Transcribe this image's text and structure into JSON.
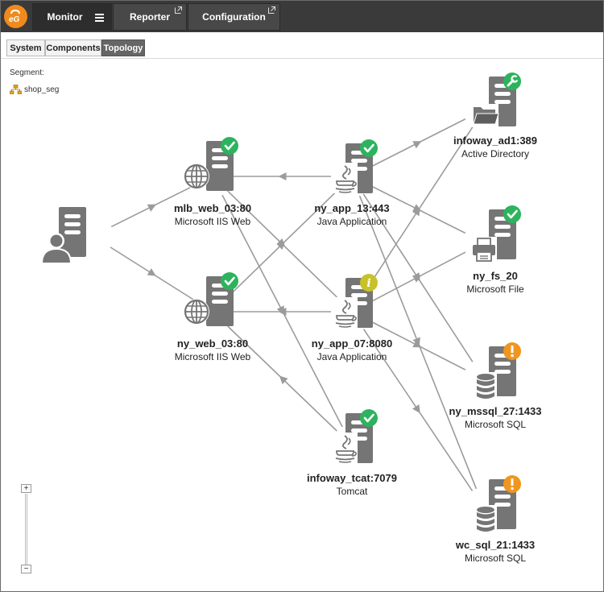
{
  "header": {
    "tabs": [
      {
        "label": "Monitor"
      },
      {
        "label": "Reporter"
      },
      {
        "label": "Configuration"
      }
    ]
  },
  "subtabs": [
    {
      "label": "System"
    },
    {
      "label": "Components"
    },
    {
      "label": "Topology"
    }
  ],
  "active_subtab": "Topology",
  "segment": {
    "label": "Segment:",
    "name": "shop_seg"
  },
  "colors": {
    "ok": "#2db35e",
    "info": "#c8c12a",
    "warning": "#f0961e",
    "server": "#757575",
    "edge": "#9b9b9b",
    "brand": "#f08a1c"
  },
  "nodes": [
    {
      "id": "user",
      "name": "",
      "type": "",
      "icon": "user-icon",
      "status": ""
    },
    {
      "id": "mlb_web",
      "name": "mlb_web_03:80",
      "type": "Microsoft IIS Web",
      "icon": "globe-icon",
      "status": "ok"
    },
    {
      "id": "ny_web",
      "name": "ny_web_03:80",
      "type": "Microsoft IIS Web",
      "icon": "globe-icon",
      "status": "ok"
    },
    {
      "id": "ny_app_13",
      "name": "ny_app_13:443",
      "type": "Java Application",
      "icon": "java-icon",
      "status": "ok"
    },
    {
      "id": "ny_app_07",
      "name": "ny_app_07:8080",
      "type": "Java Application",
      "icon": "java-icon",
      "status": "info"
    },
    {
      "id": "tcat",
      "name": "infoway_tcat:7079",
      "type": "Tomcat",
      "icon": "java-icon",
      "status": "ok"
    },
    {
      "id": "ad1",
      "name": "infoway_ad1:389",
      "type": "Active Directory",
      "icon": "folder-icon",
      "status": "config"
    },
    {
      "id": "fs",
      "name": "ny_fs_20",
      "type": "Microsoft File",
      "icon": "printer-icon",
      "status": "ok"
    },
    {
      "id": "mssql",
      "name": "ny_mssql_27:1433",
      "type": "Microsoft SQL",
      "icon": "database-icon",
      "status": "warning"
    },
    {
      "id": "wcsql",
      "name": "wc_sql_21:1433",
      "type": "Microsoft SQL",
      "icon": "database-icon",
      "status": "warning"
    }
  ],
  "edges": [
    {
      "from": "user",
      "to": "mlb_web"
    },
    {
      "from": "user",
      "to": "ny_web"
    },
    {
      "from": "ny_app_13",
      "to": "mlb_web"
    },
    {
      "from": "ny_app_07",
      "to": "ny_web"
    },
    {
      "from": "mlb_web",
      "to": "ny_app_07"
    },
    {
      "from": "ny_web",
      "to": "ny_app_13"
    },
    {
      "from": "mlb_web",
      "to": "tcat"
    },
    {
      "from": "tcat",
      "to": "ny_web"
    },
    {
      "from": "ny_app_13",
      "to": "ad1"
    },
    {
      "from": "ny_app_07",
      "to": "ad1"
    },
    {
      "from": "ny_app_13",
      "to": "fs"
    },
    {
      "from": "ny_app_07",
      "to": "fs"
    },
    {
      "from": "ny_app_13",
      "to": "mssql"
    },
    {
      "from": "ny_app_07",
      "to": "mssql"
    },
    {
      "from": "ny_app_07",
      "to": "wcsql"
    },
    {
      "from": "ny_app_13",
      "to": "wcsql"
    }
  ],
  "zoom": {
    "plus": "+",
    "minus": "−"
  }
}
